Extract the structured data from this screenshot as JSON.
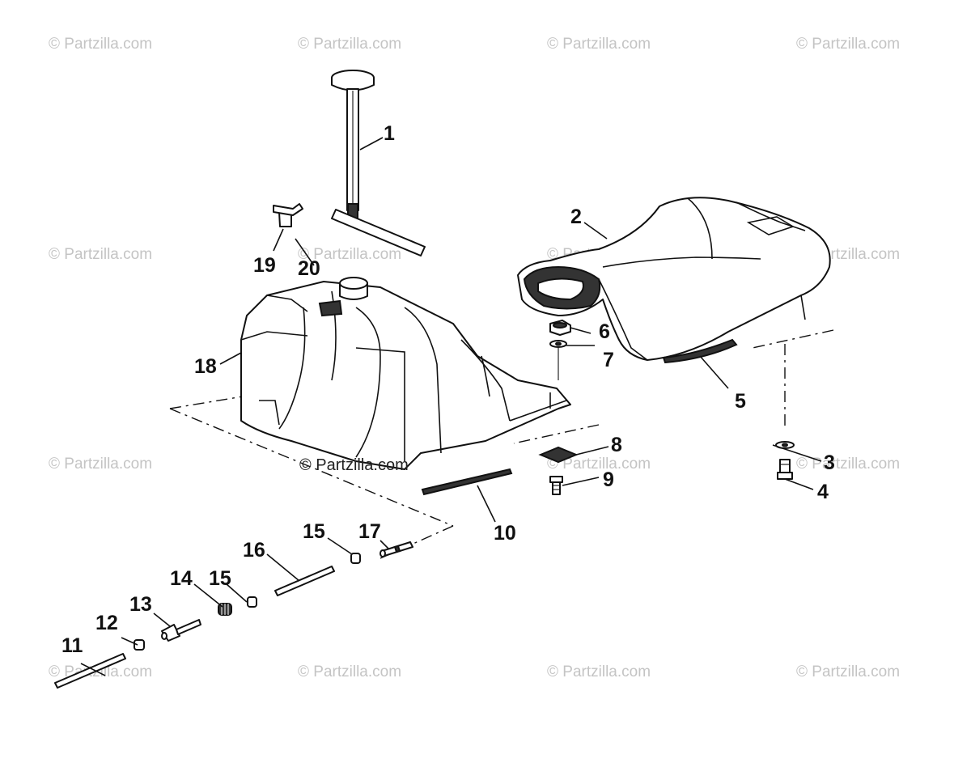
{
  "watermark": {
    "text": "© Partzilla.com"
  },
  "parts": [
    {
      "number": "1",
      "icon": "fuel-gauge-sender"
    },
    {
      "number": "2",
      "icon": "seat"
    },
    {
      "number": "3",
      "icon": "washer"
    },
    {
      "number": "4",
      "icon": "bolt"
    },
    {
      "number": "5",
      "icon": "seat-latch-strip"
    },
    {
      "number": "6",
      "icon": "nut"
    },
    {
      "number": "7",
      "icon": "washer"
    },
    {
      "number": "8",
      "icon": "plate"
    },
    {
      "number": "9",
      "icon": "bolt"
    },
    {
      "number": "10",
      "icon": "strip"
    },
    {
      "number": "11",
      "icon": "rod"
    },
    {
      "number": "12",
      "icon": "cap"
    },
    {
      "number": "13",
      "icon": "pin"
    },
    {
      "number": "14",
      "icon": "spring"
    },
    {
      "number": "15",
      "icon": "spacer"
    },
    {
      "number": "15",
      "icon": "spacer"
    },
    {
      "number": "16",
      "icon": "rod"
    },
    {
      "number": "17",
      "icon": "pin"
    },
    {
      "number": "18",
      "icon": "fuel-tank"
    },
    {
      "number": "19",
      "icon": "vent-valve"
    },
    {
      "number": "20",
      "icon": "hose"
    }
  ]
}
